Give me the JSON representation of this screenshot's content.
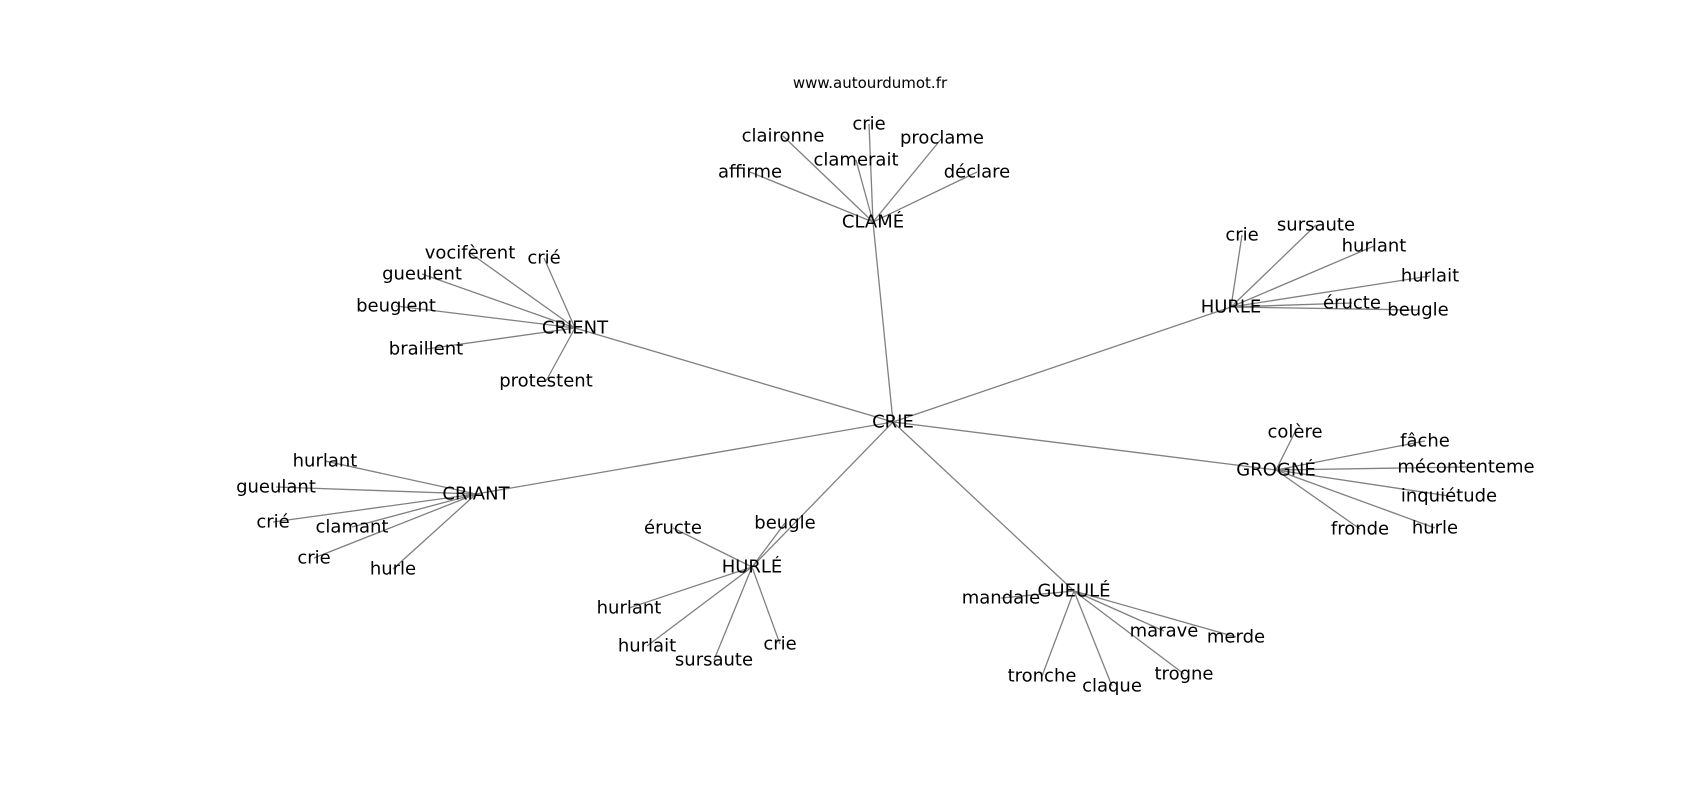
{
  "header": {
    "site": "www.autourdumot.fr"
  },
  "graph": {
    "center": "CRIE",
    "groups": [
      {
        "hub": "CLAMÉ",
        "leaves": [
          "clamerait",
          "claironne",
          "crie",
          "proclame",
          "affirme",
          "déclare"
        ]
      },
      {
        "hub": "HURLE",
        "leaves": [
          "crie",
          "sursaute",
          "hurlant",
          "hurlait",
          "éructe",
          "beugle"
        ]
      },
      {
        "hub": "CRIENT",
        "leaves": [
          "vocifèrent",
          "crié",
          "gueulent",
          "beuglent",
          "braillent",
          "protestent"
        ]
      },
      {
        "hub": "GROGNÉ",
        "leaves": [
          "colère",
          "fâche",
          "mécontenteme",
          "inquiétude",
          "fronde",
          "hurle"
        ]
      },
      {
        "hub": "CRIANT",
        "leaves": [
          "hurlant",
          "gueulant",
          "crié",
          "clamant",
          "crie",
          "hurle"
        ]
      },
      {
        "hub": "HURLÉ",
        "leaves": [
          "éructe",
          "beugle",
          "hurlant",
          "hurlait",
          "sursaute",
          "crie"
        ]
      },
      {
        "hub": "GUEULÉ",
        "leaves": [
          "mandale",
          "marave",
          "merde",
          "tronche",
          "claque",
          "trogne"
        ]
      }
    ]
  }
}
